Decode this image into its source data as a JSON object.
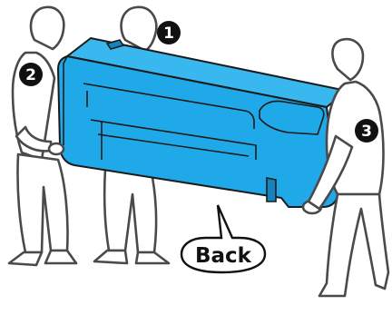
{
  "figure": {
    "badges": [
      {
        "id": "person-1",
        "number": "1",
        "glyph": "❶"
      },
      {
        "id": "person-2",
        "number": "2",
        "glyph": "❷"
      },
      {
        "id": "person-3",
        "number": "3",
        "glyph": "❸"
      }
    ],
    "callout": {
      "label": "Back"
    },
    "colors": {
      "printer_body": "#1fa9e8",
      "outline": "#1a1a1a",
      "person_outline": "#4a4a4a",
      "badge_fill": "#111111"
    }
  }
}
